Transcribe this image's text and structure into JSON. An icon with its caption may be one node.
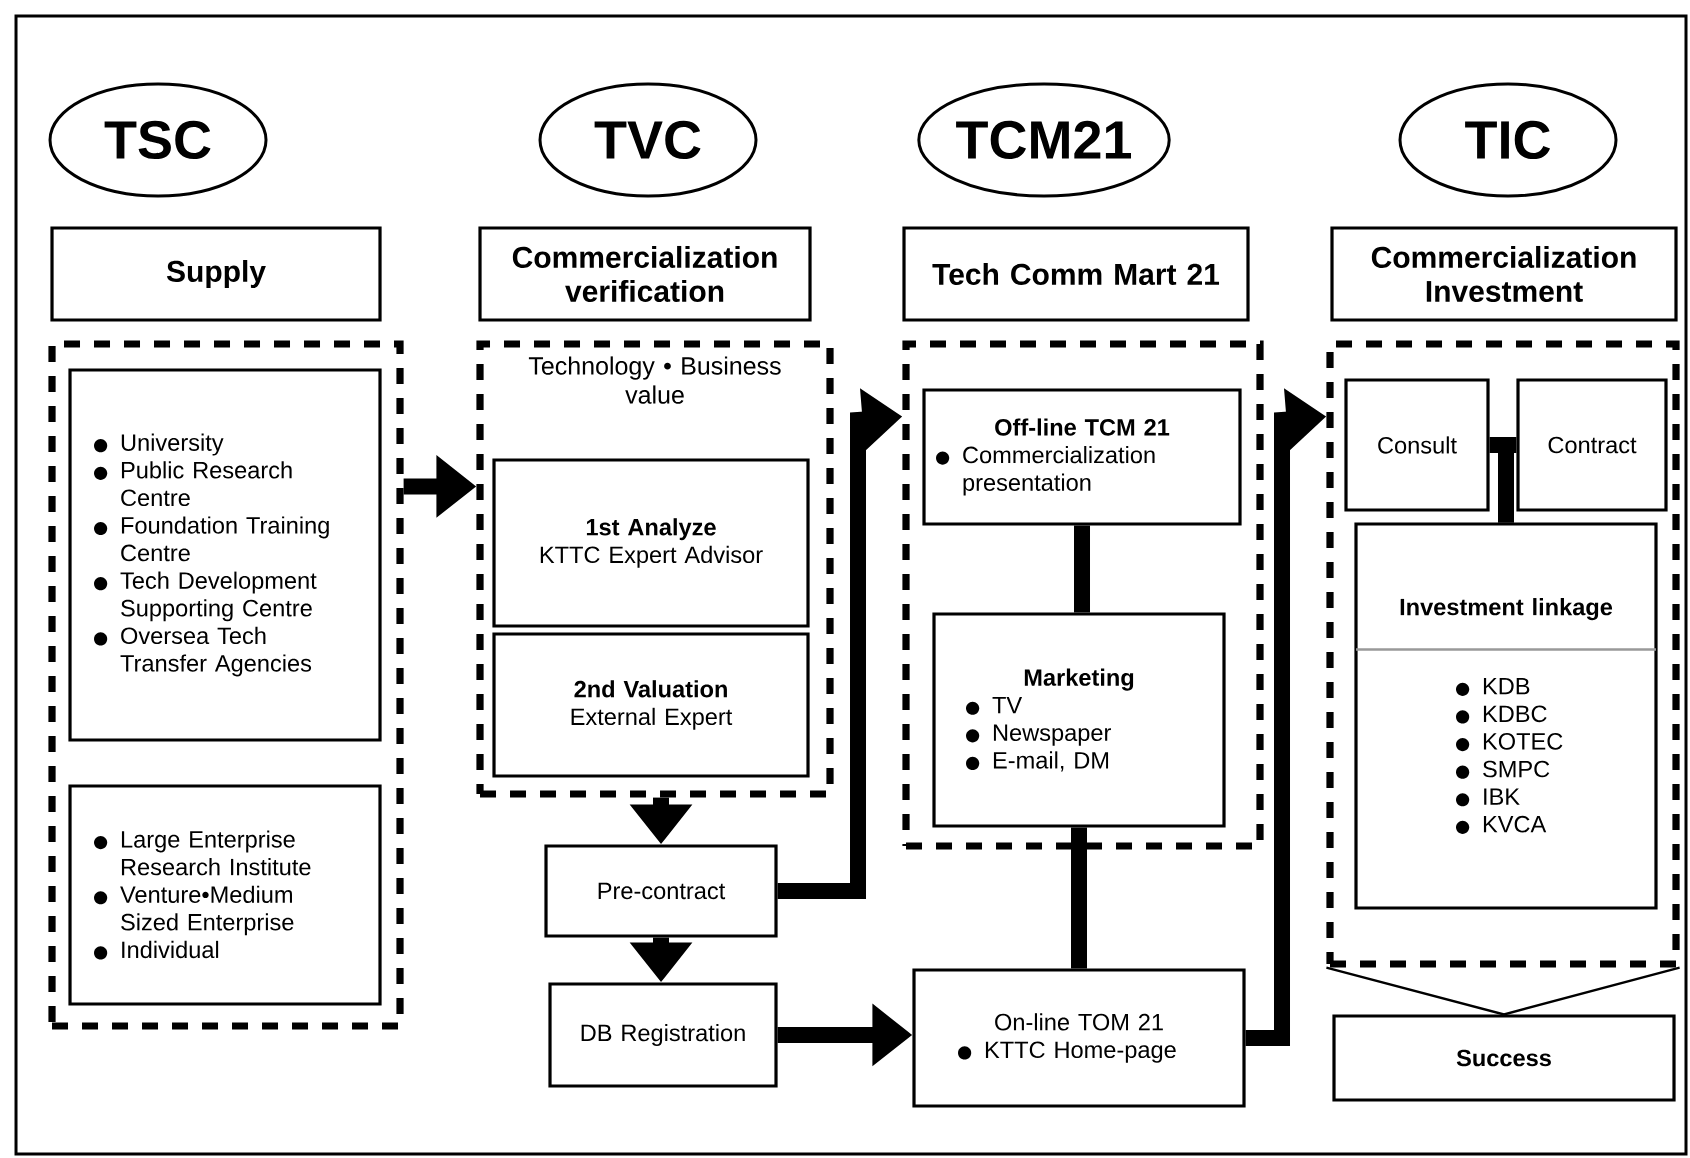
{
  "diagram": {
    "nodes": [
      {
        "text": [
          "TSC"
        ]
      },
      {
        "text": [
          "TVC"
        ]
      },
      {
        "text": [
          "TCM21"
        ]
      },
      {
        "text": [
          "TIC"
        ]
      },
      {
        "text": [
          "Supply"
        ]
      },
      {
        "text": [
          "Commercialization verification"
        ]
      },
      {
        "text": [
          "Tech Comm Mart 21"
        ]
      },
      {
        "text": [
          "Commercialization Investment"
        ]
      },
      {
        "text": [],
        "shape": "box"
      },
      {
        "text": [
          "University",
          "Public Research Centre",
          "Foundation Training Centre",
          "Tech Development Supporting Centre",
          "Oversea Tech Transfer Agencies"
        ],
        "in": 8
      },
      {
        "text": [
          "Large Enterprise Research Institute",
          "Venture•Medium Sized Enterprise",
          "Individual"
        ],
        "in": 8
      },
      {
        "text": [
          "Technology • Business value"
        ]
      },
      {
        "text": [
          "1st Analyze",
          "KTTC Expert Advisor"
        ],
        "in": 11
      },
      {
        "text": [
          "2nd Valuation",
          "External Expert"
        ],
        "in": 11
      },
      {
        "text": [
          "Pre-contract"
        ]
      },
      {
        "text": [
          "DB Registration"
        ]
      },
      {
        "text": [],
        "shape": "box"
      },
      {
        "text": [
          "Off-line TCM 21",
          "Commercialization presentation"
        ],
        "in": 16
      },
      {
        "text": [
          "Marketing",
          "TV",
          "Newspaper",
          "E-mail, DM"
        ],
        "in": 16
      },
      {
        "text": [
          "On-line TOM 21",
          "KTTC Home-page"
        ]
      },
      {
        "text": [],
        "shape": "box"
      },
      {
        "text": [
          "Consult"
        ],
        "in": 20
      },
      {
        "text": [
          "Contract"
        ],
        "in": 20
      },
      {
        "text": [
          "Investment linkage",
          "KDB",
          "KDBC",
          "KOTEC",
          "SMPC",
          "IBK",
          "KVCA"
        ],
        "in": 20
      },
      {
        "text": [
          "Success"
        ]
      }
    ],
    "edges": [
      {
        "from": 8,
        "to": 11,
        "arrow": "to"
      },
      {
        "from": 11,
        "to": 14,
        "arrow": "to"
      },
      {
        "from": 14,
        "to": 15,
        "arrow": "to"
      },
      {
        "from": 14,
        "to": 16,
        "arrow": "to"
      },
      {
        "from": 15,
        "to": 19,
        "arrow": "to"
      },
      {
        "from": 17,
        "to": 18,
        "arrow": "none"
      },
      {
        "from": 18,
        "to": 19,
        "arrow": "none"
      },
      {
        "from": 19,
        "to": 20,
        "arrow": "to"
      },
      {
        "from": 21,
        "to": 23,
        "arrow": "none"
      },
      {
        "from": 22,
        "to": 23,
        "arrow": "none"
      },
      {
        "from": 20,
        "to": 24,
        "arrow": "none"
      }
    ]
  }
}
